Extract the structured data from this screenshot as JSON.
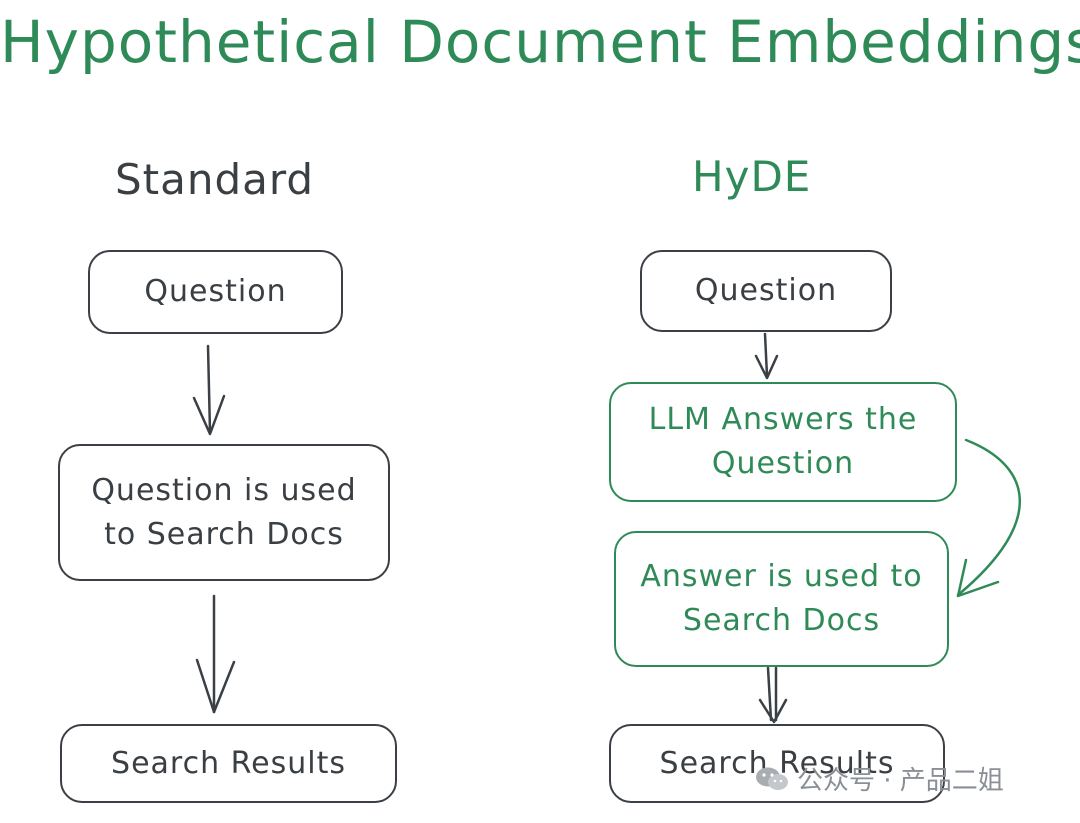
{
  "title": "Hypothetical Document Embeddings",
  "standard": {
    "heading": "Standard",
    "steps": [
      "Question",
      "Question is used to Search Docs",
      "Search Results"
    ]
  },
  "hyde": {
    "heading": "HyDE",
    "steps": [
      "Question",
      "LLM Answers the Question",
      "Answer is used to Search Docs",
      "Search Results"
    ]
  },
  "watermark": "公众号 · 产品二姐",
  "colors": {
    "accent": "#2e8b57",
    "ink": "#3b4046"
  }
}
